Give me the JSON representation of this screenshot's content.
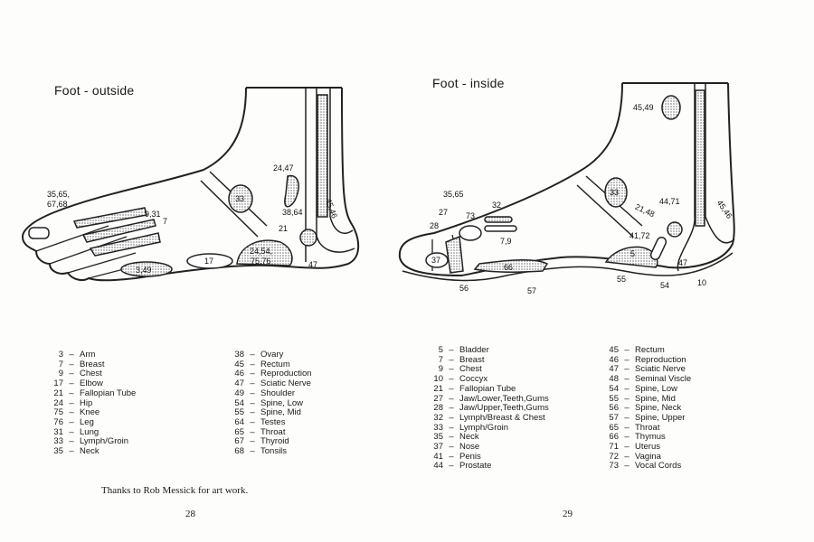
{
  "left_page": {
    "title": "Foot  -  outside",
    "diagram_labels": [
      "35,65,",
      "67,68",
      "9,31",
      "7",
      "33",
      "24,47",
      "38,64",
      "21",
      "45,46",
      "3,49",
      "17",
      "24,54,",
      "75,76",
      "47"
    ],
    "legend_col1": [
      {
        "num": "3",
        "name": "Arm"
      },
      {
        "num": "7",
        "name": "Breast"
      },
      {
        "num": "9",
        "name": "Chest"
      },
      {
        "num": "17",
        "name": "Elbow"
      },
      {
        "num": "21",
        "name": "Fallopian Tube"
      },
      {
        "num": "24",
        "name": "Hip"
      },
      {
        "num": "75",
        "name": "Knee"
      },
      {
        "num": "76",
        "name": "Leg"
      },
      {
        "num": "31",
        "name": "Lung"
      },
      {
        "num": "33",
        "name": "Lymph/Groin"
      },
      {
        "num": "35",
        "name": "Neck"
      }
    ],
    "legend_col2": [
      {
        "num": "38",
        "name": "Ovary"
      },
      {
        "num": "45",
        "name": "Rectum"
      },
      {
        "num": "46",
        "name": "Reproduction"
      },
      {
        "num": "47",
        "name": "Sciatic Nerve"
      },
      {
        "num": "49",
        "name": "Shoulder"
      },
      {
        "num": "54",
        "name": "Spine, Low"
      },
      {
        "num": "55",
        "name": "Spine, Mid"
      },
      {
        "num": "64",
        "name": "Testes"
      },
      {
        "num": "65",
        "name": "Throat"
      },
      {
        "num": "67",
        "name": "Thyroid"
      },
      {
        "num": "68",
        "name": "Tonsils"
      }
    ],
    "credit": "Thanks to Rob Messick for art work.",
    "page_number": "28"
  },
  "right_page": {
    "title": "Foot  -  inside",
    "diagram_labels": [
      "45,49",
      "33",
      "21,48",
      "44,71",
      "35,65",
      "32",
      "27",
      "73",
      "28",
      "7,9",
      "41,72",
      "5",
      "37",
      "66",
      "45,46",
      "47",
      "56",
      "57",
      "55",
      "54",
      "10"
    ],
    "legend_col1": [
      {
        "num": "5",
        "name": "Bladder"
      },
      {
        "num": "7",
        "name": "Breast"
      },
      {
        "num": "9",
        "name": "Chest"
      },
      {
        "num": "10",
        "name": "Coccyx"
      },
      {
        "num": "21",
        "name": "Fallopian Tube"
      },
      {
        "num": "27",
        "name": "Jaw/Lower,Teeth,Gums"
      },
      {
        "num": "28",
        "name": "Jaw/Upper,Teeth,Gums"
      },
      {
        "num": "32",
        "name": "Lymph/Breast & Chest"
      },
      {
        "num": "33",
        "name": "Lymph/Groin"
      },
      {
        "num": "35",
        "name": "Neck"
      },
      {
        "num": "37",
        "name": "Nose"
      },
      {
        "num": "41",
        "name": "Penis"
      },
      {
        "num": "44",
        "name": "Prostate"
      }
    ],
    "legend_col2": [
      {
        "num": "45",
        "name": "Rectum"
      },
      {
        "num": "46",
        "name": "Reproduction"
      },
      {
        "num": "47",
        "name": "Sciatic Nerve"
      },
      {
        "num": "48",
        "name": "Seminal Viscle"
      },
      {
        "num": "54",
        "name": "Spine, Low"
      },
      {
        "num": "55",
        "name": "Spine, Mid"
      },
      {
        "num": "56",
        "name": "Spine, Neck"
      },
      {
        "num": "57",
        "name": "Spine, Upper"
      },
      {
        "num": "65",
        "name": "Throat"
      },
      {
        "num": "66",
        "name": "Thymus"
      },
      {
        "num": "71",
        "name": "Uterus"
      },
      {
        "num": "72",
        "name": "Vagina"
      },
      {
        "num": "73",
        "name": "Vocal Cords"
      }
    ],
    "page_number": "29"
  }
}
